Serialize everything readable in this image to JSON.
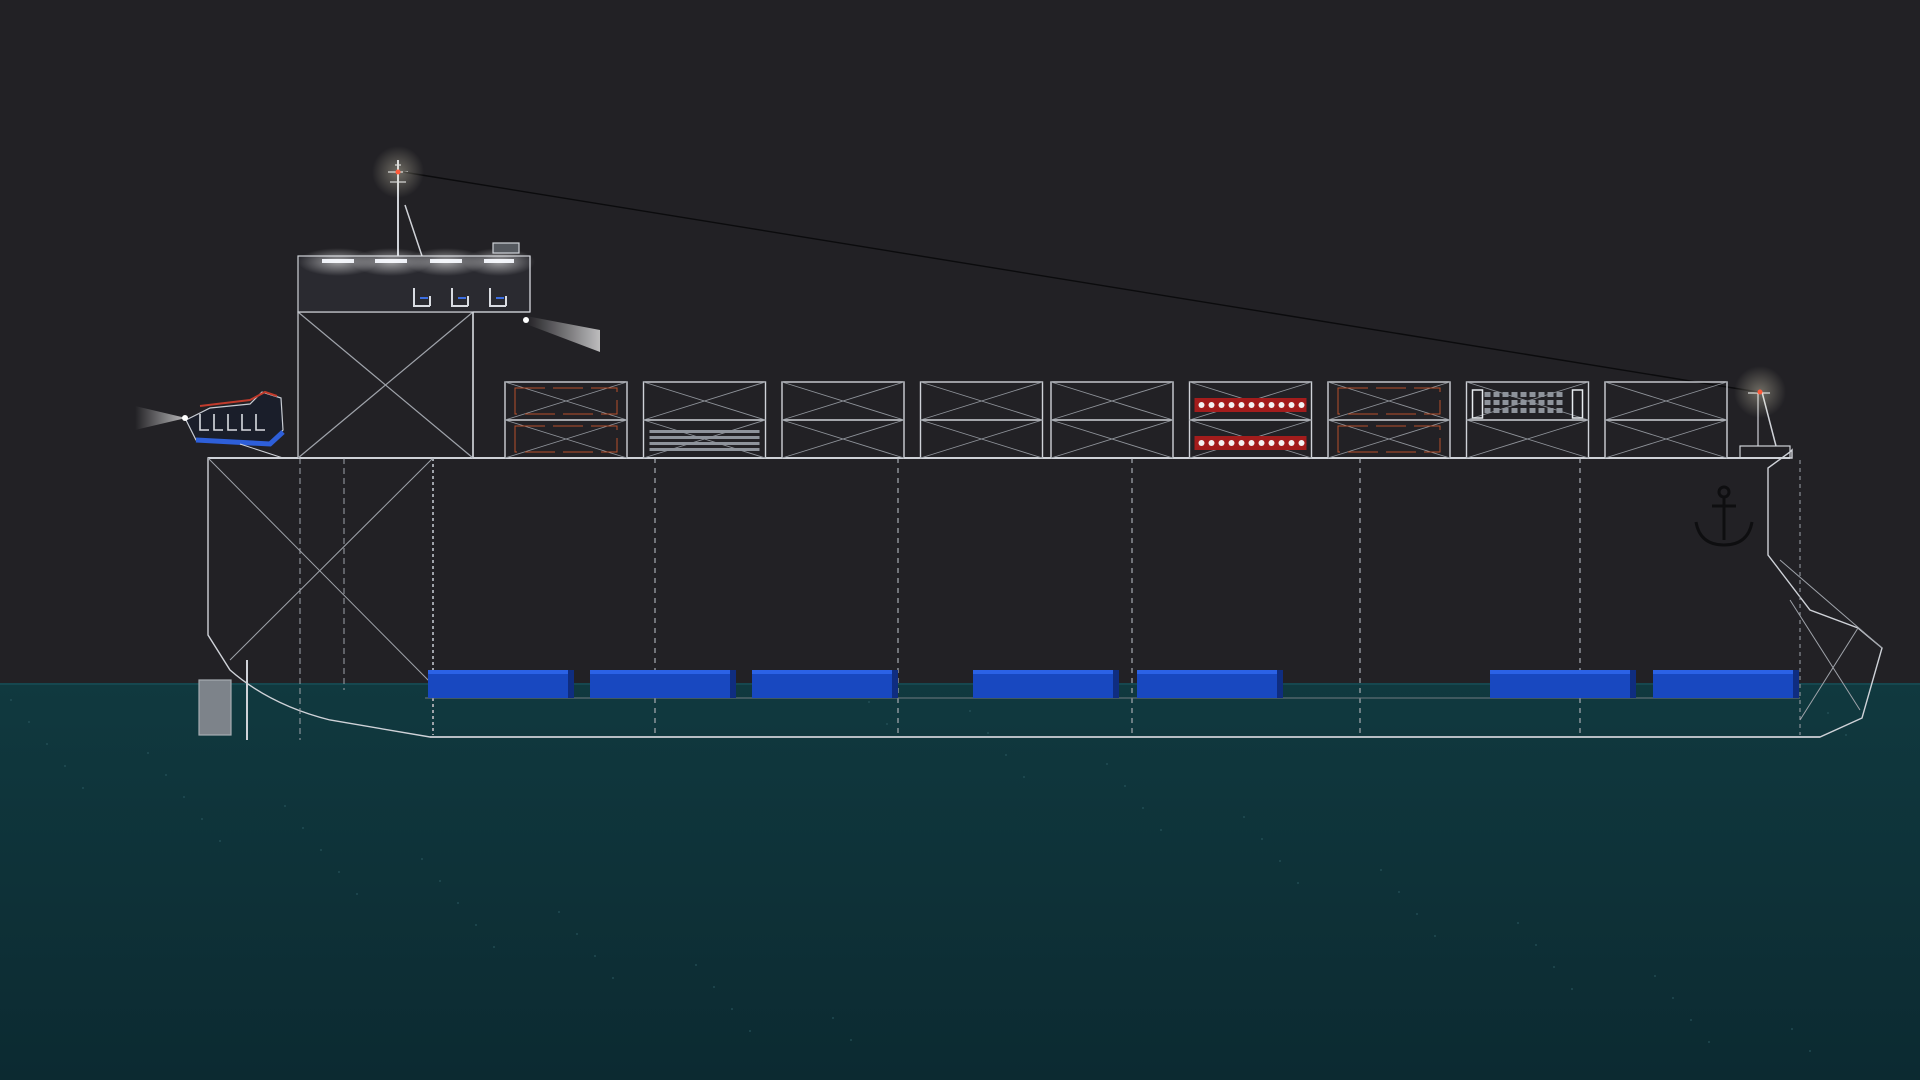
{
  "scene": {
    "sky_color": "#222125",
    "water_color": "#0f3840",
    "water_deep_color": "#0d2c33",
    "wire_color": "#cfd2d8",
    "ballast_color": "#1848c0",
    "ballast_highlight": "#2b62e6",
    "red_cargo_color": "#a31c1c",
    "orange_trim_color": "#b5502a"
  },
  "ship": {
    "cargo_containers": [
      {
        "style": "orange-frame"
      },
      {
        "style": "slats"
      },
      {
        "style": "empty"
      },
      {
        "style": "empty"
      },
      {
        "style": "empty"
      },
      {
        "style": "red-panels"
      },
      {
        "style": "orange-frame"
      },
      {
        "style": "grey-blocks"
      },
      {
        "style": "empty"
      }
    ],
    "ballast_tanks": [
      1,
      2,
      3,
      4,
      5,
      6,
      7
    ],
    "bridge_seats": 3,
    "lifeboat_seats": 5,
    "icons": {
      "anchor": "anchor-icon",
      "seat": "seat-icon",
      "floodlight": "floodlight-icon",
      "navigation_light": "navigation-light-icon"
    }
  }
}
